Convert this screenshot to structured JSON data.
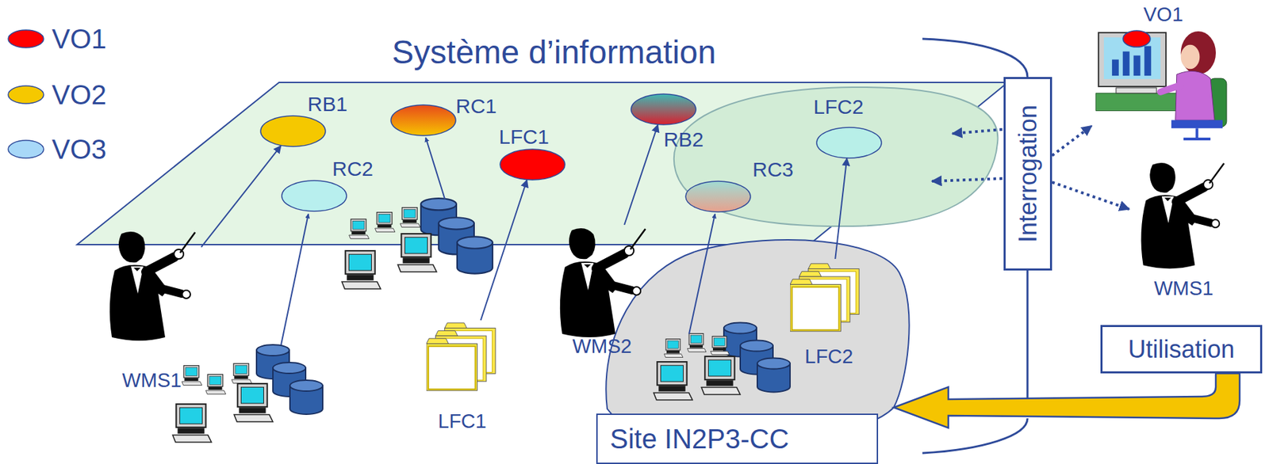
{
  "diagram": {
    "title": "Système d’information",
    "nodes": [
      {
        "text": [
          "RB1"
        ]
      },
      {
        "text": [
          "RC1"
        ]
      },
      {
        "text": [
          "LFC1"
        ]
      },
      {
        "text": [
          "RB2"
        ]
      },
      {
        "text": [
          "LFC2"
        ]
      },
      {
        "text": [
          "RC2"
        ]
      },
      {
        "text": [
          "RC3"
        ]
      },
      {
        "text": [
          "WMS1"
        ]
      },
      {
        "text": [
          "LFC1"
        ]
      },
      {
        "text": [
          "WMS2"
        ]
      },
      {
        "text": [
          "Site IN2P3-CC"
        ]
      },
      {
        "text": [
          "LFC2"
        ],
        "in": 10
      },
      {
        "text": [
          "Interrogation"
        ]
      },
      {
        "text": [
          "Utilisation"
        ]
      },
      {
        "text": [
          "VO1"
        ]
      },
      {
        "text": [
          "WMS1"
        ]
      }
    ],
    "edges": [
      {
        "from": 7,
        "to": 0,
        "arrow": "to"
      },
      {
        "from": 8,
        "to": 2,
        "arrow": "to"
      },
      {
        "from": 9,
        "to": 3,
        "arrow": "to"
      },
      {
        "from": 11,
        "to": 4,
        "arrow": "to"
      },
      {
        "from": 12,
        "to": 14,
        "arrow": "to"
      },
      {
        "from": 12,
        "to": 15,
        "arrow": "to"
      },
      {
        "from": 13,
        "to": 10,
        "arrow": "to"
      }
    ],
    "legend": [
      {
        "text": "VO1",
        "color": "#ff0000"
      },
      {
        "text": "VO2",
        "color": "#f5c800"
      },
      {
        "text": "VO3",
        "color": "#a8d8f8"
      }
    ]
  }
}
